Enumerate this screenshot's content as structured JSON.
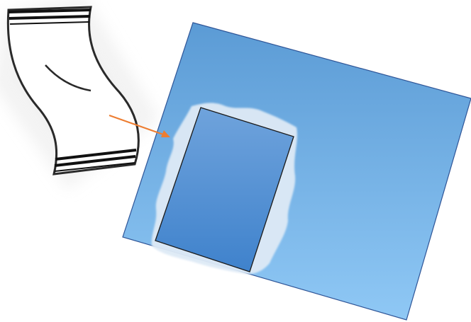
{
  "diagram": {
    "elements": [
      {
        "id": "towel",
        "icon": "folded-cloth-icon"
      },
      {
        "id": "large-sheet",
        "shape": "tilted-rectangle"
      },
      {
        "id": "wet-patch",
        "shape": "irregular-blob"
      },
      {
        "id": "inner-panel",
        "shape": "tilted-rectangle"
      },
      {
        "id": "arrow",
        "shape": "arrow",
        "from": "towel",
        "to": "wet-patch"
      }
    ],
    "colors": {
      "sheet_top": "#5b9bd5",
      "sheet_bottom": "#8fc8f5",
      "sheet_border": "#2f5597",
      "patch_fill": "#deeaf6",
      "panel_top": "#6fa3dc",
      "panel_bottom": "#3f82cc",
      "panel_border": "#1a1a1a",
      "arrow": "#ed7d31",
      "cloth_stroke": "#2a2a2a",
      "cloth_band": "#111111"
    }
  }
}
